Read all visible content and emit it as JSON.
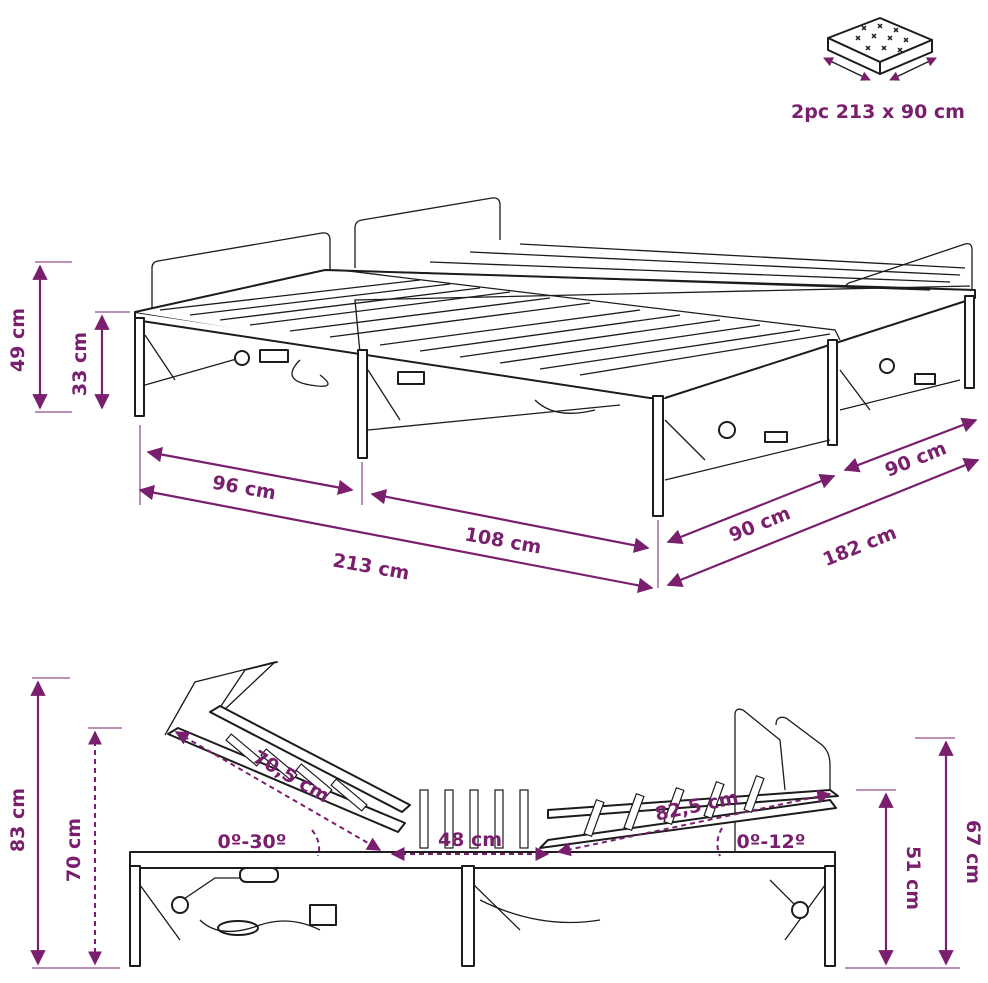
{
  "mattress_info": {
    "label": "2pc 213 x 90 cm"
  },
  "top_view": {
    "height_total": "49 cm",
    "height_frame": "33 cm",
    "width_half_head": "96 cm",
    "width_half_foot": "108 cm",
    "length_total": "213 cm",
    "depth_single_a": "90 cm",
    "depth_single_b": "90 cm",
    "depth_total": "182 cm"
  },
  "side_view": {
    "height_max_head": "83 cm",
    "height_raised": "70 cm",
    "head_section": "70,5 cm",
    "head_angle": "0º-30º",
    "middle_section": "48 cm",
    "foot_section": "82,5 cm",
    "foot_angle": "0º-12º",
    "height_raised_foot": "51 cm",
    "height_max_foot": "67 cm"
  },
  "colors": {
    "accent": "#7a1f6e",
    "line": "#1c1c1c"
  }
}
